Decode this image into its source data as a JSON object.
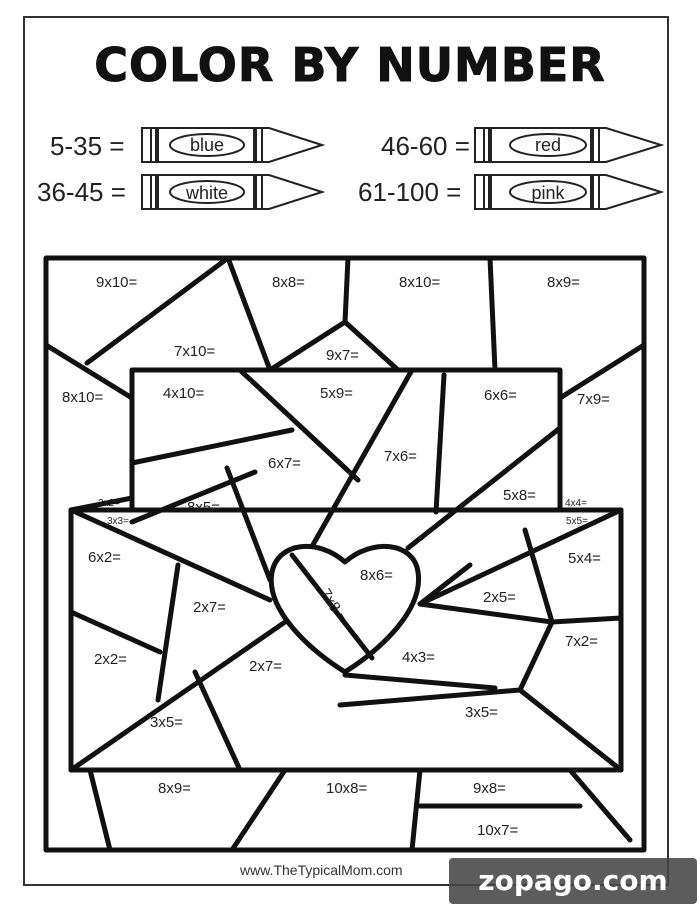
{
  "title": "COLOR BY NUMBER",
  "key": [
    {
      "range": "5-35 =",
      "color": "blue"
    },
    {
      "range": "36-45 =",
      "color": "white"
    },
    {
      "range": "46-60 =",
      "color": "red"
    },
    {
      "range": "61-100 =",
      "color": "pink"
    }
  ],
  "cells": {
    "c9x10": "9x10=",
    "c8x8": "8x8=",
    "c8x10_top": "8x10=",
    "c8x9_top": "8x9=",
    "c7x10": "7x10=",
    "c9x7": "9x7=",
    "c8x10_left": "8x10=",
    "c4x10": "4x10=",
    "c5x9": "5x9=",
    "c6x6": "6x6=",
    "c7x9": "7x9=",
    "c6x7": "6x7=",
    "c7x6": "7x6=",
    "c2x2_small": "2x2=",
    "c3x3_small": "3x3=",
    "c8x5": "8x5=",
    "c5x8": "5x8=",
    "c4x4_small": "4x4=",
    "c5x5_small": "5x5=",
    "c6x2": "6x2=",
    "c8x6": "8x6=",
    "c5x4": "5x4=",
    "c2x7_a": "2x7=",
    "c7x8": "7x8 =",
    "c2x5": "2x5=",
    "c7x2": "7x2=",
    "c2x2": "2x2=",
    "c2x7_b": "2x7=",
    "c4x3": "4x3=",
    "c3x5_a": "3x5=",
    "c3x5_b": "3x5=",
    "c8x9_bottom": "8x9=",
    "c10x8": "10x8=",
    "c9x8": "9x8=",
    "c10x7": "10x7="
  },
  "footer": "www.TheTypicalMom.com",
  "watermark": "zopago.com"
}
